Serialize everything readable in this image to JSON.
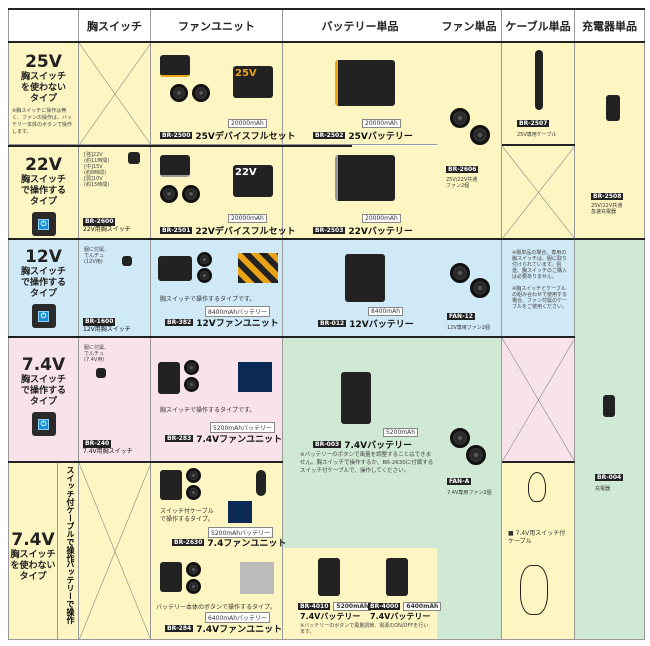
{
  "headers": [
    "胸スイッチ",
    "ファンユニット",
    "バッテリー単品",
    "ファン単品",
    "ケーブル単品",
    "充電器単品"
  ],
  "rows": {
    "r25": {
      "volt": "25V",
      "type": "胸スイッチ\nを使わない\nタイプ",
      "note": "※胸スイッチに操作は無く、ファンの操作は、バッテリー本体のボタンで操作します。",
      "unit": {
        "cap": "20000mAh",
        "code": "BR-2500",
        "name": "25Vデバイスフルセット"
      },
      "battery": {
        "cap": "20000mAh",
        "code": "BR-2502",
        "name": "25Vバッテリー"
      },
      "cable": {
        "code": "BR-2507",
        "desc": "25V専用ケーブル"
      }
    },
    "r22": {
      "volt": "22V",
      "type": "胸スイッチ\nで操作する\nタイプ",
      "switch": {
        "desc": "[強]22V\n(約11時間)\n[中]15V\n(約8時間)\n[弱]10V\n(約15時間)",
        "code": "BR-2600",
        "name": "22V用胸スイッチ"
      },
      "unit": {
        "cap": "20000mAh",
        "code": "BR-2501",
        "name": "22Vデバイスフルセット"
      },
      "battery": {
        "cap": "20000mAh",
        "code": "BR-2503",
        "name": "22Vバッテリー"
      }
    },
    "fan2522": {
      "code": "BR-2606",
      "desc": "25V/22V共通\nファン2個"
    },
    "charger25": {
      "code": "BR-2508",
      "desc": "25V/22V共通\n急速充電器"
    },
    "r12": {
      "volt": "12V",
      "type": "胸スイッチ\nで操作する\nタイプ",
      "switch": {
        "desc": "服に付属、\nでんチュ\n(12V用)",
        "code": "BR-1600",
        "name": "12V用胸スイッチ"
      },
      "unit": {
        "desc": "胸スイッチで操作するタイプです。",
        "cap": "8400mAhバッテリー",
        "code": "BR-382",
        "name": "12Vファンユニット"
      },
      "battery": {
        "cap": "8400mAh",
        "code": "BR-012",
        "name": "12Vバッテリー"
      },
      "fan": {
        "code": "FAN-12",
        "desc": "12V専用ファン2個"
      },
      "cable_note": "※服単品の場合、専用の胸スイッチは、服に取り付けられています。別途、胸スイッチのご購入は必要ありません。\n\n※胸スイッチとケーブルの組み合わせで使用する場合、ファン付属のケーブルをご使用ください。"
    },
    "r74": {
      "volt": "7.4V",
      "type": "胸スイッチ\nで操作する\nタイプ",
      "switch": {
        "desc": "服に付属、\nでんチュ\n(7.4V用)",
        "code": "BR-240",
        "name": "7.4V用胸スイッチ"
      },
      "unit": {
        "desc": "胸スイッチで操作するタイプです。",
        "cap": "5200mAhバッテリー",
        "code": "BR-283",
        "name": "7.4Vファンユニット"
      },
      "battery": {
        "cap": "5200mAh",
        "code": "BR-003",
        "name": "7.4Vバッテリー",
        "note": "※バッテリーのボタンで風量を調整することはできません。胸スイッチで操作するか、BR-2630に付属するスイッチ付ケーブルで、操作してください。"
      },
      "fan": {
        "code": "FAN-A",
        "desc": "7.4V専用ファン2個"
      },
      "charger": {
        "code": "BR-004",
        "desc": "充電器"
      }
    },
    "r74n": {
      "volt": "7.4V",
      "type": "胸スイッチ\nを使わない\nタイプ",
      "sub1": "スイッチ付ケーブルで操作",
      "sub2": "バッテリーで操作",
      "unit1": {
        "desc": "スイッチ付ケーブル\nで操作するタイプ。",
        "cap": "5200mAhバッテリー",
        "code": "BR-2630",
        "name": "7.4ファンユニット"
      },
      "unit2": {
        "desc": "バッテリー本体のボタンで操作するタイプ。",
        "cap": "6400mAhバッテリー",
        "code": "BR-284",
        "name": "7.4Vファンユニット"
      },
      "bat1": {
        "code": "BR-4010",
        "cap": "5200mAh",
        "name": "7.4Vバッテリー"
      },
      "bat2": {
        "code": "BR-4000",
        "cap": "6400mAh",
        "name": "7.4Vバッテリー"
      },
      "bat_note": "※バッテリーのボタンで風量調節、電源のON/OFFを行います。",
      "cable": {
        "desc": "■ 7.4V用スイッチ付\nケーブル"
      }
    }
  }
}
